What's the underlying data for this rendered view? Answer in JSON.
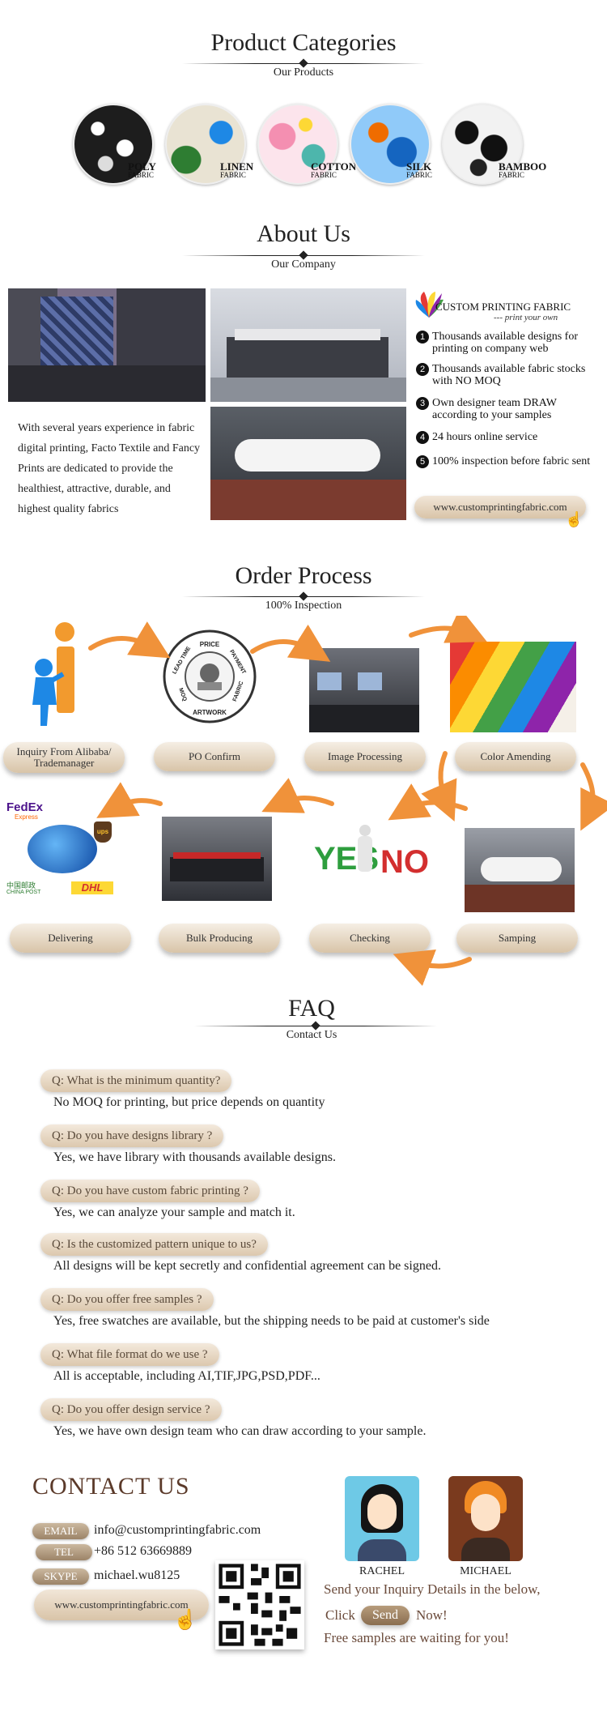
{
  "categories": {
    "title": "Product Categories",
    "subtitle": "Our Products",
    "items": [
      {
        "name": "POLY",
        "sub": "FABRIC"
      },
      {
        "name": "LINEN",
        "sub": "FABRIC"
      },
      {
        "name": "COTTON",
        "sub": "FABRIC"
      },
      {
        "name": "SILK",
        "sub": "FABRIC"
      },
      {
        "name": "BAMBOO",
        "sub": "FABRIC"
      }
    ]
  },
  "about": {
    "title": "About Us",
    "subtitle": "Our Company",
    "text": "With several years experience in fabric digital printing, Facto Textile and Fancy Prints are dedicated to provide the healthiest, attractive, durable, and highest quality fabrics",
    "logo_main": "CUSTOM PRINTING FABRIC",
    "logo_tag": "--- print your own",
    "features": [
      "Thousands available designs for printing on company web",
      "Thousands available fabric stocks with NO MOQ",
      "Own designer team DRAW according to your samples",
      "24 hours online service",
      "100% inspection before fabric sent"
    ],
    "website_button": "www.customprintingfabric.com"
  },
  "process": {
    "title": "Order Process",
    "subtitle": "100% Inspection",
    "steps_row1": [
      "Inquiry From Alibaba/ Trademanager",
      "PO Confirm",
      "Image Processing",
      "Color Amending"
    ],
    "steps_row2": [
      "Delivering",
      "Bulk Producing",
      "Checking",
      "Samping"
    ],
    "po_words": [
      "PRICE",
      "PAYMENT",
      "FABRIC",
      "ARTWORK",
      "MOQ",
      "LEAD TIME"
    ],
    "checking_words": [
      "YES",
      "NO"
    ],
    "shipping_logos": [
      "FedEx",
      "Express",
      "ups",
      "中国邮政",
      "CHINA POST",
      "DHL"
    ]
  },
  "faq": {
    "title": "FAQ",
    "subtitle": "Contact Us",
    "items": [
      {
        "q": "Q: What is the minimum quantity?",
        "a": "No MOQ for printing, but price depends on quantity"
      },
      {
        "q": "Q: Do you have designs library ?",
        "a": "Yes, we have library with thousands available designs."
      },
      {
        "q": "Q: Do you have custom fabric printing ?",
        "a": "Yes, we can analyze your sample and match it."
      },
      {
        "q": "Q: Is the customized pattern unique to us?",
        "a": "All designs will be kept secretly and confidential agreement can be signed."
      },
      {
        "q": "Q: Do you offer free samples ?",
        "a": "Yes, free swatches are available, but the shipping needs to be paid at customer's side"
      },
      {
        "q": "Q: What file format do we use ?",
        "a": "All is acceptable, including AI,TIF,JPG,PSD,PDF..."
      },
      {
        "q": "Q: Do you offer design service ?",
        "a": "Yes, we have own design team who can draw according to your sample."
      }
    ]
  },
  "contact": {
    "title": "CONTACT US",
    "email_label": "EMAIL",
    "email": "info@customprintingfabric.com",
    "tel_label": "TEL",
    "tel": "+86 512 63669889",
    "skype_label": "SKYPE",
    "skype": "michael.wu8125",
    "website_button": "www.customprintingfabric.com",
    "agents": [
      "RACHEL",
      "MICHAEL"
    ],
    "send_line1": "Send your Inquiry Details in the below,",
    "click": "Click",
    "send_button": "Send",
    "now": "Now!",
    "send_line3": "Free samples are waiting for you!"
  },
  "colors": {
    "accent_brown": "#5b3a2a",
    "pill": "#dcc8ae",
    "arrow": "#f0923a"
  }
}
